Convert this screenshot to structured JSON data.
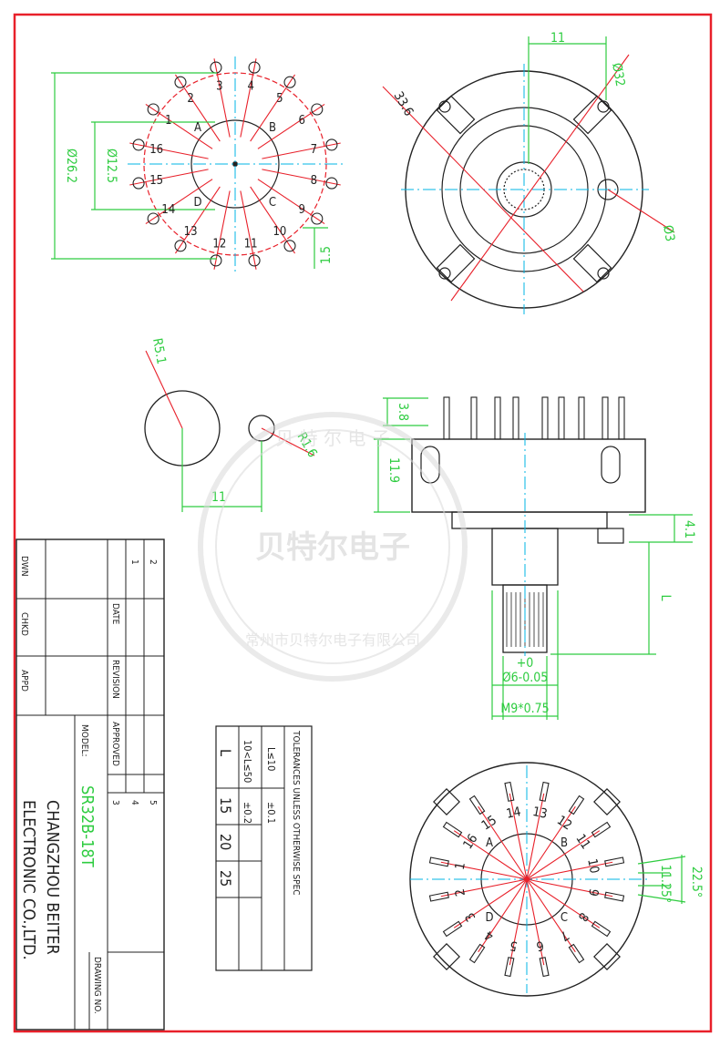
{
  "colors": {
    "border": "#e8202a",
    "outline": "#222222",
    "dimension": "#2ecc40",
    "center": "#00b4e6",
    "watermark": "#d9d9d9"
  },
  "front_view": {
    "dia_outer": "Ø26.2",
    "dia_inner": "Ø12.5",
    "pitch": "1.5",
    "positions": [
      "1",
      "2",
      "3",
      "4",
      "5",
      "6",
      "7",
      "8",
      "9",
      "10",
      "11",
      "12",
      "13",
      "14",
      "15",
      "16"
    ],
    "letters": [
      "A",
      "B",
      "C",
      "D"
    ]
  },
  "rear_view": {
    "dim_width": "11",
    "dim_outer": "33.6",
    "dim_body": "Ø32",
    "dim_hole": "Ø3"
  },
  "cutout": {
    "r_large": "R5.1",
    "r_small": "R1.6",
    "spacing": "11"
  },
  "side_view": {
    "pin_height": "3.8",
    "body_height": "11.9",
    "bush_height": "4.1",
    "shaft_length": "L",
    "tol_upper": "+0",
    "shaft_dia": "Ø6-0.05",
    "thread": "M9*0.75"
  },
  "bottom_view": {
    "angle_1": "22.5°",
    "angle_2": "11.25°",
    "positions": [
      "1",
      "2",
      "3",
      "4",
      "5",
      "6",
      "7",
      "8",
      "9",
      "10",
      "11",
      "12",
      "13",
      "14",
      "15",
      "16"
    ],
    "letters": [
      "A",
      "B",
      "C",
      "D"
    ]
  },
  "tolerance_table": {
    "heading": "TOLERANCES UNLESS OTHERWISE SPEC",
    "row1_range": "L≤10",
    "row1_tol": "±0.1",
    "row2_range": "10<L≤50",
    "row2_tol": "±0.2",
    "l_label": "L",
    "l_values": [
      "15",
      "20",
      "25"
    ]
  },
  "title_block": {
    "dwn": "DWN",
    "chkd": "CHKD",
    "appd": "APPD",
    "date": "DATE",
    "revision": "REVISION",
    "approved": "APPROVED",
    "model_label": "MODEL:",
    "model": "SR32B-18T",
    "company_line1": "CHANGZHOU BEITER",
    "company_line2": "ELECTRONIC CO.,LTD.",
    "drawing_no": "DRAWING NO.",
    "rev_numbers": [
      "1",
      "2",
      "3",
      "4",
      "5"
    ]
  },
  "watermark": {
    "main": "贝特尔电子",
    "ring_top": "贝 特 尔 电 子",
    "ring_bottom": "常州市贝特尔电子有限公司"
  }
}
